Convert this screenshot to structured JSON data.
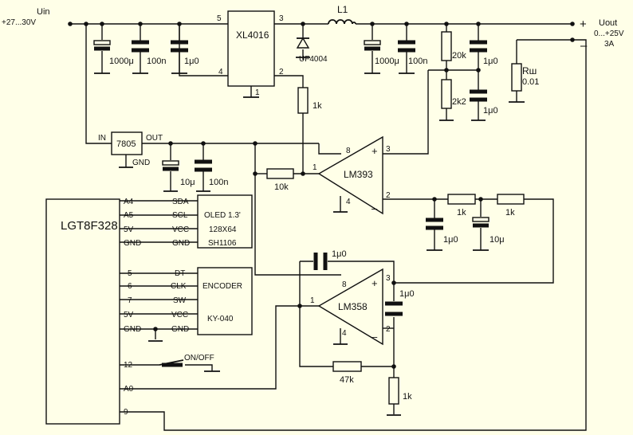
{
  "input": {
    "name": "Uin",
    "range": "+27...30V"
  },
  "output": {
    "name": "Uout",
    "range": "0...+25V",
    "current": "3A",
    "plus": "+",
    "minus": "–"
  },
  "input_caps": {
    "c1": "1000μ",
    "c2": "100n",
    "c3": "1μ0"
  },
  "xl4016": {
    "name": "XL4016",
    "pin5": "5",
    "pin3": "3",
    "pin4": "4",
    "pin2": "2",
    "pin1": "1"
  },
  "diode": {
    "name": "UF4004"
  },
  "inductor": {
    "name": "L1"
  },
  "output_caps": {
    "c1": "1000μ",
    "c2": "100n"
  },
  "divider": {
    "r_top": "20k",
    "r_bottom": "2k2",
    "c_top": "1μ0",
    "c_bottom": "1μ0"
  },
  "shunt": {
    "name": "Rш",
    "value": "0.01"
  },
  "fb_resistor": {
    "value": "1k"
  },
  "regulator": {
    "name": "7805",
    "in": "IN",
    "out": "OUT",
    "gnd": "GND",
    "c1": "10μ",
    "c2": "100n"
  },
  "lm393": {
    "name": "LM393",
    "pin8": "8",
    "pin3": "3",
    "pin1": "1",
    "pin4": "4",
    "pin2": "2",
    "plus": "+",
    "minus": "–",
    "r_in": "10k"
  },
  "current_filter": {
    "r1": "1k",
    "r2": "1k",
    "c1": "1μ0",
    "c2": "10μ"
  },
  "mcu": {
    "name": "LGT8F328",
    "pins": [
      "A4",
      "A5",
      "5V",
      "GND",
      "5",
      "6",
      "7",
      "5V",
      "GND",
      "12",
      "A0",
      "9"
    ]
  },
  "oled": {
    "line1": "OLED 1.3'",
    "line2": "128X64",
    "line3": "SH1106",
    "pins": [
      "SDA",
      "SCL",
      "VCC",
      "GND"
    ]
  },
  "encoder": {
    "line1": "ENCODER",
    "line2": "KY-040",
    "pins": [
      "DT",
      "CLK",
      "SW",
      "VCC",
      "GND"
    ]
  },
  "switch": {
    "label": "ON/OFF"
  },
  "lm358": {
    "name": "LM358",
    "pin8": "8",
    "pin3": "3",
    "pin1": "1",
    "pin4": "4",
    "pin2": "2",
    "plus": "+",
    "minus": "–",
    "c_fb": "1μ0",
    "c_out": "1μ0",
    "r_fb": "47k",
    "r_gnd": "1k"
  }
}
